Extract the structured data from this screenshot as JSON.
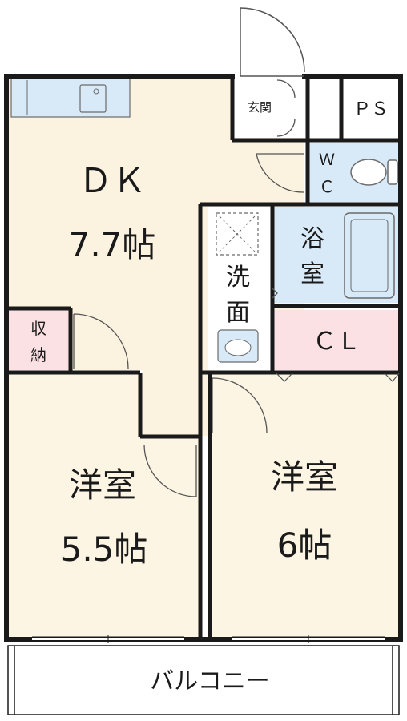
{
  "rooms": {
    "dk": {
      "name": "ＤＫ",
      "size": "7.7帖"
    },
    "western1": {
      "name": "洋室",
      "size": "5.5帖"
    },
    "western2": {
      "name": "洋室",
      "size": "6帖"
    },
    "bath": {
      "line1": "浴",
      "line2": "室"
    },
    "washroom": {
      "line1": "洗",
      "line2": "面"
    },
    "closet": "ＣＬ",
    "storage": {
      "line1": "収",
      "line2": "納"
    },
    "entrance": "玄関",
    "pipe_space": "ＰＳ",
    "wc": {
      "line1": "Ｗ",
      "line2": "Ｃ"
    },
    "balcony": "バルコニー"
  },
  "colors": {
    "wall": "#1a1a1a",
    "dk_floor": "#fbf3df",
    "room_floor": "#fcf5e3",
    "wet_area": "#d8e9f7",
    "storage_pink": "#fbe1e4",
    "white": "#ffffff",
    "line": "#6b6b6b"
  }
}
